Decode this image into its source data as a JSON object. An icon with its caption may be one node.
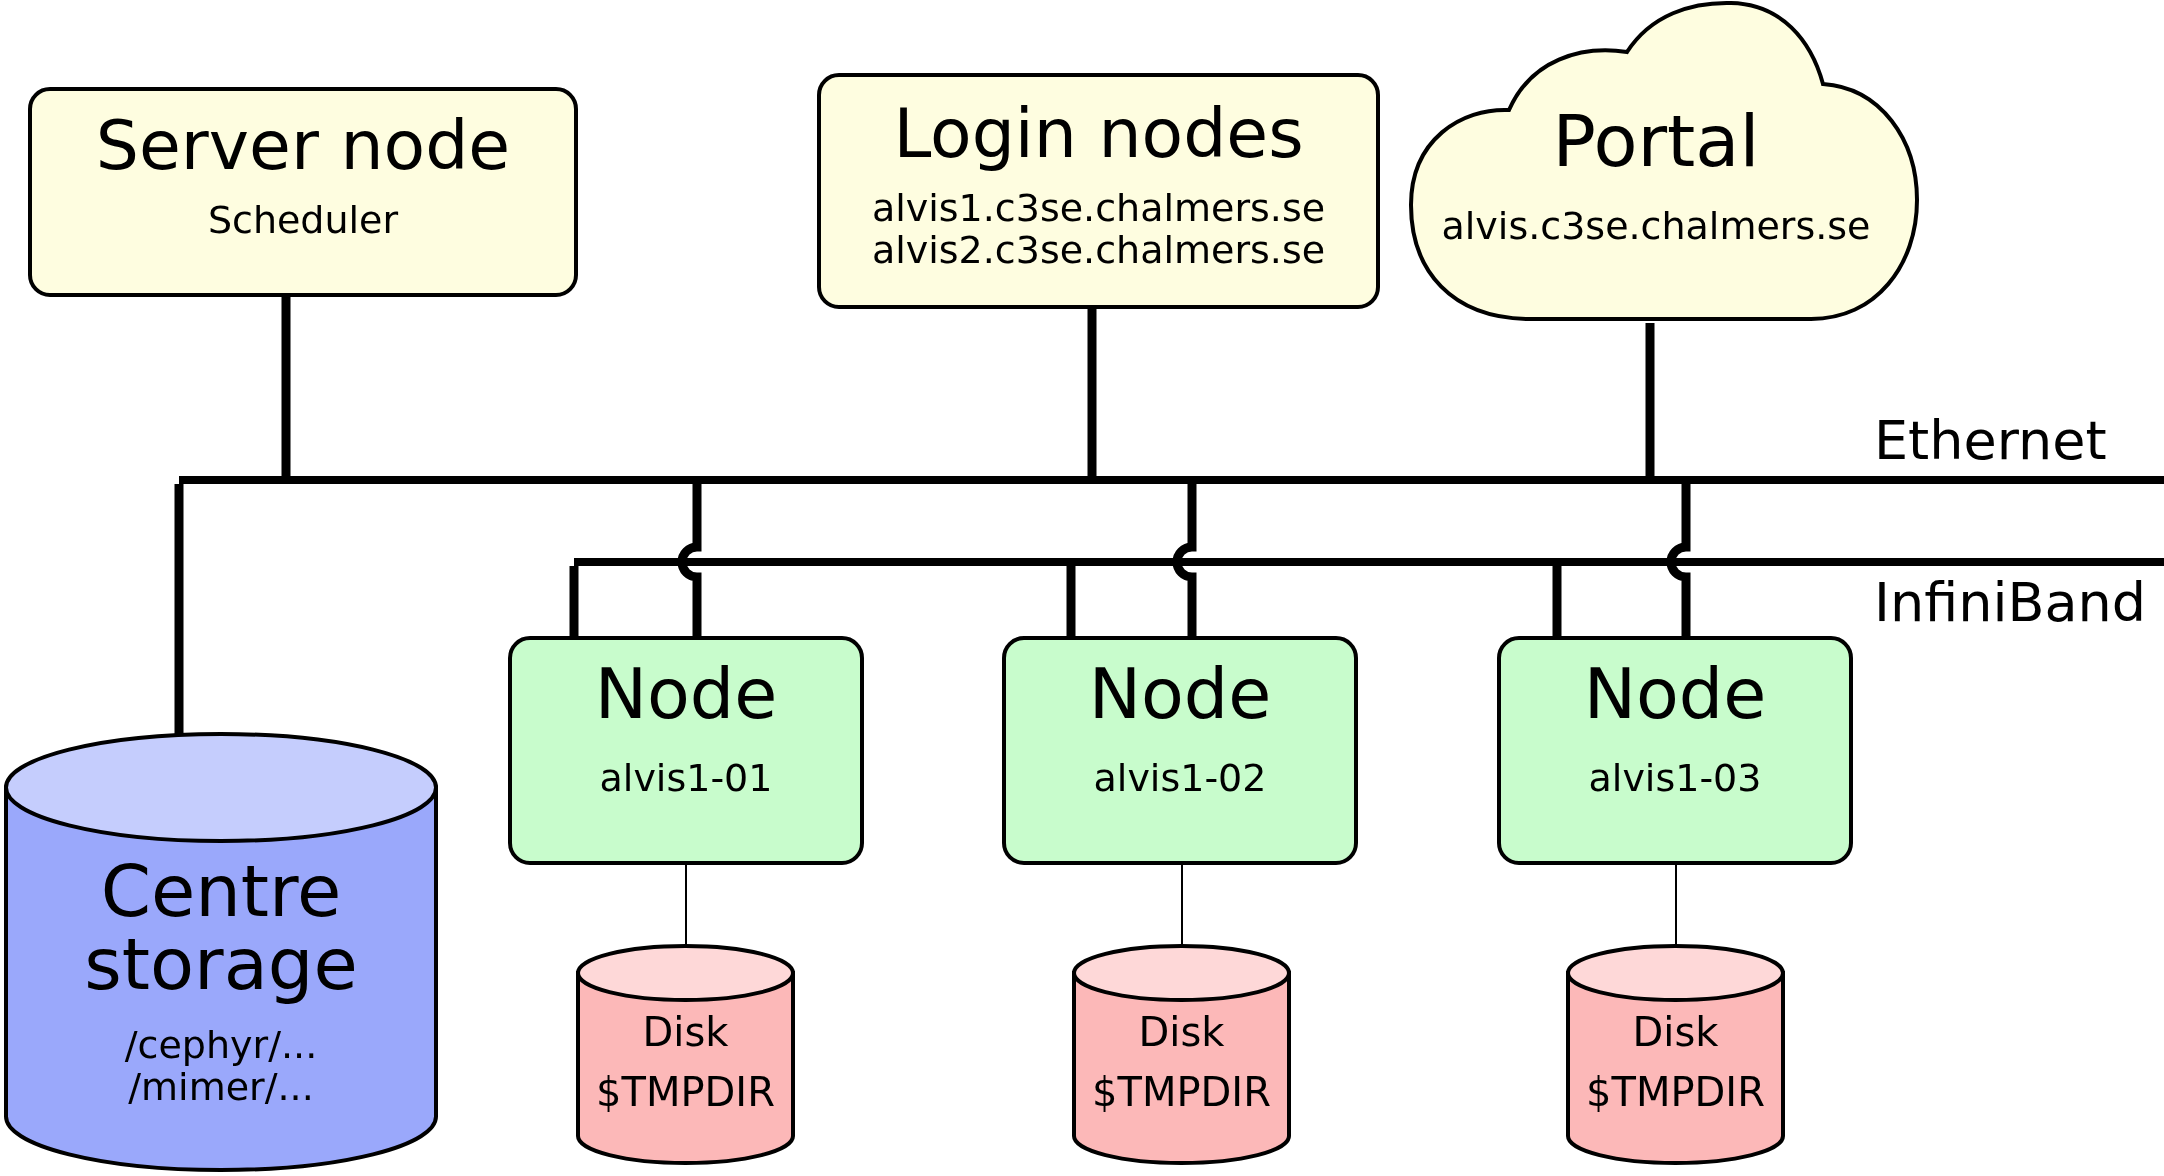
{
  "diagram": {
    "nodes": [
      {
        "text": [
          "Server node",
          "Scheduler"
        ]
      },
      {
        "text": [
          "Login nodes",
          "alvis1.c3se.chalmers.se",
          "alvis2.c3se.chalmers.se"
        ]
      },
      {
        "text": [
          "Portal",
          "alvis.c3se.chalmers.se"
        ]
      },
      {
        "text": [
          "Centre storage",
          "/cephyr/...",
          "/mimer/..."
        ]
      },
      {
        "text": [
          "Node",
          "alvis1-01"
        ]
      },
      {
        "text": [
          "Node",
          "alvis1-02"
        ]
      },
      {
        "text": [
          "Node",
          "alvis1-03"
        ]
      },
      {
        "text": [
          "Disk",
          "$TMPDIR"
        ]
      },
      {
        "text": [
          "Disk",
          "$TMPDIR"
        ]
      },
      {
        "text": [
          "Disk",
          "$TMPDIR"
        ]
      },
      {
        "text": [
          "Ethernet"
        ]
      },
      {
        "text": [
          "InfiniBand"
        ]
      }
    ],
    "edges": [
      {
        "from": 0,
        "to": 10,
        "arrow": "none"
      },
      {
        "from": 1,
        "to": 10,
        "arrow": "none"
      },
      {
        "from": 2,
        "to": 10,
        "arrow": "none"
      },
      {
        "from": 3,
        "to": 10,
        "arrow": "none"
      },
      {
        "from": 10,
        "to": 4,
        "arrow": "none"
      },
      {
        "from": 10,
        "to": 5,
        "arrow": "none"
      },
      {
        "from": 10,
        "to": 6,
        "arrow": "none"
      },
      {
        "from": 11,
        "to": 4,
        "arrow": "none"
      },
      {
        "from": 11,
        "to": 5,
        "arrow": "none"
      },
      {
        "from": 11,
        "to": 6,
        "arrow": "none"
      },
      {
        "from": 4,
        "to": 7,
        "arrow": "none"
      },
      {
        "from": 5,
        "to": 8,
        "arrow": "none"
      },
      {
        "from": 6,
        "to": 9,
        "arrow": "none"
      }
    ]
  }
}
